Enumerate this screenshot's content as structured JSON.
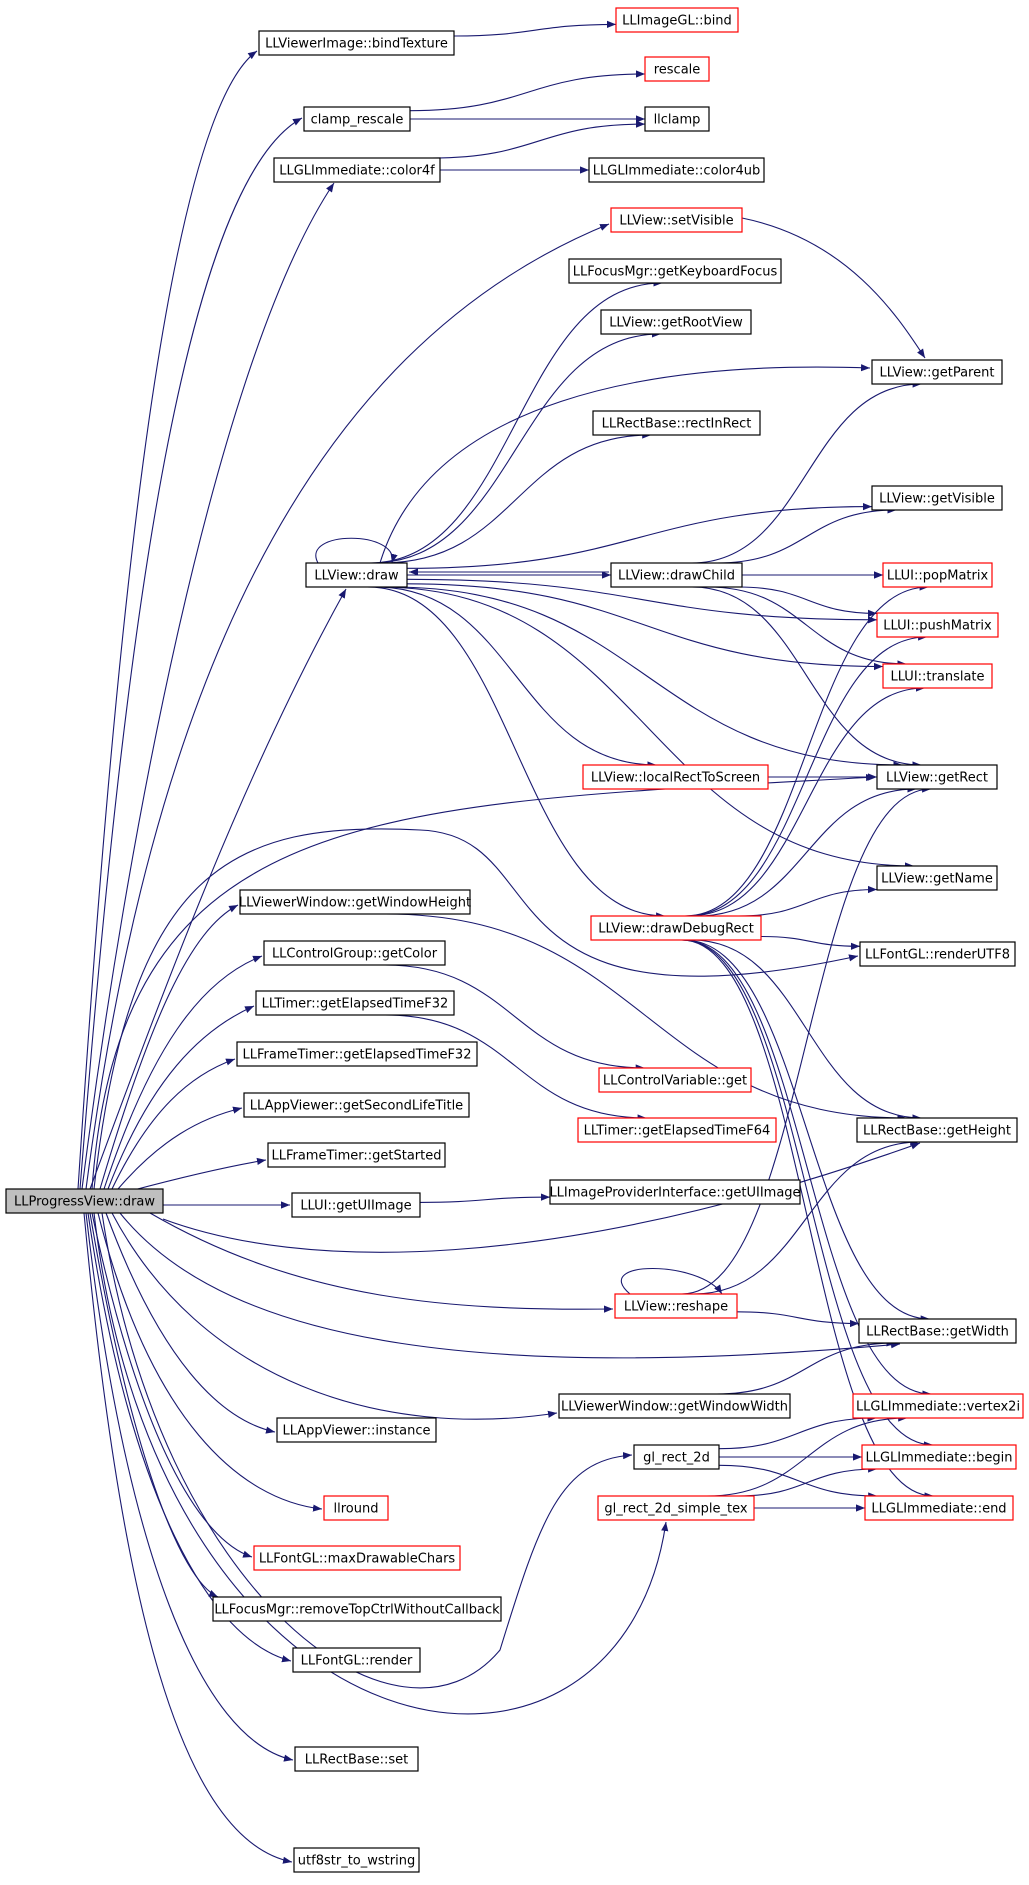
{
  "diagram": {
    "root": "n_root",
    "nodes": [
      {
        "id": "n_root",
        "label": "LLProgressView::draw",
        "style": "root"
      },
      {
        "id": "n_bindTexture",
        "label": "LLViewerImage::bindTexture",
        "style": "black"
      },
      {
        "id": "n_bind",
        "label": "LLImageGL::bind",
        "style": "red"
      },
      {
        "id": "n_clamp_rescale",
        "label": "clamp_rescale",
        "style": "black"
      },
      {
        "id": "n_rescale",
        "label": "rescale",
        "style": "red"
      },
      {
        "id": "n_llclamp",
        "label": "llclamp",
        "style": "black"
      },
      {
        "id": "n_color4f",
        "label": "LLGLImmediate::color4f",
        "style": "black"
      },
      {
        "id": "n_color4ub",
        "label": "LLGLImmediate::color4ub",
        "style": "black"
      },
      {
        "id": "n_setVisible",
        "label": "LLView::setVisible",
        "style": "red"
      },
      {
        "id": "n_getKeyboardFocus",
        "label": "LLFocusMgr::getKeyboardFocus",
        "style": "black"
      },
      {
        "id": "n_getRootView",
        "label": "LLView::getRootView",
        "style": "black"
      },
      {
        "id": "n_getParent",
        "label": "LLView::getParent",
        "style": "black"
      },
      {
        "id": "n_rectInRect",
        "label": "LLRectBase::rectInRect",
        "style": "black"
      },
      {
        "id": "n_getVisible",
        "label": "LLView::getVisible",
        "style": "black"
      },
      {
        "id": "n_viewDraw",
        "label": "LLView::draw",
        "style": "black"
      },
      {
        "id": "n_drawChild",
        "label": "LLView::drawChild",
        "style": "black"
      },
      {
        "id": "n_popMatrix",
        "label": "LLUI::popMatrix",
        "style": "red"
      },
      {
        "id": "n_pushMatrix",
        "label": "LLUI::pushMatrix",
        "style": "red"
      },
      {
        "id": "n_translate",
        "label": "LLUI::translate",
        "style": "red"
      },
      {
        "id": "n_localRectToScreen",
        "label": "LLView::localRectToScreen",
        "style": "red"
      },
      {
        "id": "n_getRect",
        "label": "LLView::getRect",
        "style": "black"
      },
      {
        "id": "n_getName",
        "label": "LLView::getName",
        "style": "black"
      },
      {
        "id": "n_getWindowHeight",
        "label": "LLViewerWindow::getWindowHeight",
        "style": "black"
      },
      {
        "id": "n_drawDebugRect",
        "label": "LLView::drawDebugRect",
        "style": "red"
      },
      {
        "id": "n_renderUTF8",
        "label": "LLFontGL::renderUTF8",
        "style": "black"
      },
      {
        "id": "n_getColor",
        "label": "LLControlGroup::getColor",
        "style": "black"
      },
      {
        "id": "n_getElapsedTimeF32",
        "label": "LLTimer::getElapsedTimeF32",
        "style": "black"
      },
      {
        "id": "n_frameGetElapsed",
        "label": "LLFrameTimer::getElapsedTimeF32",
        "style": "black"
      },
      {
        "id": "n_controlVariableGet",
        "label": "LLControlVariable::get",
        "style": "red"
      },
      {
        "id": "n_getSecondLifeTitle",
        "label": "LLAppViewer::getSecondLifeTitle",
        "style": "black"
      },
      {
        "id": "n_getElapsedTimeF64",
        "label": "LLTimer::getElapsedTimeF64",
        "style": "red"
      },
      {
        "id": "n_getHeight",
        "label": "LLRectBase::getHeight",
        "style": "black"
      },
      {
        "id": "n_getStarted",
        "label": "LLFrameTimer::getStarted",
        "style": "black"
      },
      {
        "id": "n_getUIImage",
        "label": "LLUI::getUIImage",
        "style": "black"
      },
      {
        "id": "n_providerGetUIImage",
        "label": "LLImageProviderInterface::getUIImage",
        "style": "black"
      },
      {
        "id": "n_reshape",
        "label": "LLView::reshape",
        "style": "red"
      },
      {
        "id": "n_getWidth",
        "label": "LLRectBase::getWidth",
        "style": "black"
      },
      {
        "id": "n_getWindowWidth",
        "label": "LLViewerWindow::getWindowWidth",
        "style": "black"
      },
      {
        "id": "n_vertex2i",
        "label": "LLGLImmediate::vertex2i",
        "style": "red"
      },
      {
        "id": "n_instance",
        "label": "LLAppViewer::instance",
        "style": "black"
      },
      {
        "id": "n_gl_rect_2d",
        "label": "gl_rect_2d",
        "style": "black"
      },
      {
        "id": "n_begin",
        "label": "LLGLImmediate::begin",
        "style": "red"
      },
      {
        "id": "n_llround",
        "label": "llround",
        "style": "red"
      },
      {
        "id": "n_gl_rect_2d_simple_tex",
        "label": "gl_rect_2d_simple_tex",
        "style": "red"
      },
      {
        "id": "n_end",
        "label": "LLGLImmediate::end",
        "style": "red"
      },
      {
        "id": "n_maxDrawableChars",
        "label": "LLFontGL::maxDrawableChars",
        "style": "red"
      },
      {
        "id": "n_removeTopCtrl",
        "label": "LLFocusMgr::removeTopCtrlWithoutCallback",
        "style": "black"
      },
      {
        "id": "n_render",
        "label": "LLFontGL::render",
        "style": "black"
      },
      {
        "id": "n_rectSet",
        "label": "LLRectBase::set",
        "style": "black"
      },
      {
        "id": "n_utf8str",
        "label": "utf8str_to_wstring",
        "style": "black"
      }
    ],
    "edges": [
      {
        "from": "n_root",
        "to": "n_bindTexture"
      },
      {
        "from": "n_root",
        "to": "n_clamp_rescale"
      },
      {
        "from": "n_root",
        "to": "n_color4f"
      },
      {
        "from": "n_root",
        "to": "n_setVisible"
      },
      {
        "from": "n_root",
        "to": "n_viewDraw"
      },
      {
        "from": "n_root",
        "to": "n_getRect"
      },
      {
        "from": "n_root",
        "to": "n_renderUTF8"
      },
      {
        "from": "n_root",
        "to": "n_getWindowHeight"
      },
      {
        "from": "n_root",
        "to": "n_getColor"
      },
      {
        "from": "n_root",
        "to": "n_getElapsedTimeF32"
      },
      {
        "from": "n_root",
        "to": "n_frameGetElapsed"
      },
      {
        "from": "n_root",
        "to": "n_getSecondLifeTitle"
      },
      {
        "from": "n_root",
        "to": "n_getStarted"
      },
      {
        "from": "n_root",
        "to": "n_getUIImage"
      },
      {
        "from": "n_root",
        "to": "n_getHeight"
      },
      {
        "from": "n_root",
        "to": "n_reshape"
      },
      {
        "from": "n_root",
        "to": "n_getWidth"
      },
      {
        "from": "n_root",
        "to": "n_getWindowWidth"
      },
      {
        "from": "n_root",
        "to": "n_instance"
      },
      {
        "from": "n_root",
        "to": "n_gl_rect_2d"
      },
      {
        "from": "n_root",
        "to": "n_llround"
      },
      {
        "from": "n_root",
        "to": "n_gl_rect_2d_simple_tex"
      },
      {
        "from": "n_root",
        "to": "n_maxDrawableChars"
      },
      {
        "from": "n_root",
        "to": "n_removeTopCtrl"
      },
      {
        "from": "n_root",
        "to": "n_render"
      },
      {
        "from": "n_root",
        "to": "n_rectSet"
      },
      {
        "from": "n_root",
        "to": "n_utf8str"
      },
      {
        "from": "n_bindTexture",
        "to": "n_bind"
      },
      {
        "from": "n_clamp_rescale",
        "to": "n_rescale"
      },
      {
        "from": "n_clamp_rescale",
        "to": "n_llclamp"
      },
      {
        "from": "n_color4f",
        "to": "n_llclamp"
      },
      {
        "from": "n_color4f",
        "to": "n_color4ub"
      },
      {
        "from": "n_setVisible",
        "to": "n_getParent"
      },
      {
        "from": "n_viewDraw",
        "to": "n_viewDraw"
      },
      {
        "from": "n_viewDraw",
        "to": "n_getKeyboardFocus"
      },
      {
        "from": "n_viewDraw",
        "to": "n_getRootView"
      },
      {
        "from": "n_viewDraw",
        "to": "n_getParent"
      },
      {
        "from": "n_viewDraw",
        "to": "n_rectInRect"
      },
      {
        "from": "n_viewDraw",
        "to": "n_getVisible"
      },
      {
        "from": "n_viewDraw",
        "to": "n_drawChild"
      },
      {
        "from": "n_viewDraw",
        "to": "n_popMatrix"
      },
      {
        "from": "n_viewDraw",
        "to": "n_pushMatrix"
      },
      {
        "from": "n_viewDraw",
        "to": "n_translate"
      },
      {
        "from": "n_viewDraw",
        "to": "n_localRectToScreen"
      },
      {
        "from": "n_viewDraw",
        "to": "n_getRect"
      },
      {
        "from": "n_viewDraw",
        "to": "n_getName"
      },
      {
        "from": "n_viewDraw",
        "to": "n_drawDebugRect"
      },
      {
        "from": "n_drawChild",
        "to": "n_viewDraw"
      },
      {
        "from": "n_drawChild",
        "to": "n_getParent"
      },
      {
        "from": "n_drawChild",
        "to": "n_getVisible"
      },
      {
        "from": "n_drawChild",
        "to": "n_popMatrix"
      },
      {
        "from": "n_drawChild",
        "to": "n_pushMatrix"
      },
      {
        "from": "n_drawChild",
        "to": "n_translate"
      },
      {
        "from": "n_drawChild",
        "to": "n_getRect"
      },
      {
        "from": "n_localRectToScreen",
        "to": "n_getRect"
      },
      {
        "from": "n_drawDebugRect",
        "to": "n_getName"
      },
      {
        "from": "n_drawDebugRect",
        "to": "n_renderUTF8"
      },
      {
        "from": "n_drawDebugRect",
        "to": "n_popMatrix"
      },
      {
        "from": "n_drawDebugRect",
        "to": "n_pushMatrix"
      },
      {
        "from": "n_drawDebugRect",
        "to": "n_translate"
      },
      {
        "from": "n_drawDebugRect",
        "to": "n_getRect"
      },
      {
        "from": "n_drawDebugRect",
        "to": "n_getHeight"
      },
      {
        "from": "n_drawDebugRect",
        "to": "n_getWidth"
      },
      {
        "from": "n_drawDebugRect",
        "to": "n_vertex2i"
      },
      {
        "from": "n_drawDebugRect",
        "to": "n_begin"
      },
      {
        "from": "n_drawDebugRect",
        "to": "n_end"
      },
      {
        "from": "n_getWindowHeight",
        "to": "n_getHeight"
      },
      {
        "from": "n_getColor",
        "to": "n_controlVariableGet"
      },
      {
        "from": "n_getElapsedTimeF32",
        "to": "n_getElapsedTimeF64"
      },
      {
        "from": "n_getUIImage",
        "to": "n_providerGetUIImage"
      },
      {
        "from": "n_reshape",
        "to": "n_reshape"
      },
      {
        "from": "n_reshape",
        "to": "n_getRect"
      },
      {
        "from": "n_reshape",
        "to": "n_getHeight"
      },
      {
        "from": "n_reshape",
        "to": "n_getWidth"
      },
      {
        "from": "n_getWindowWidth",
        "to": "n_getWidth"
      },
      {
        "from": "n_gl_rect_2d",
        "to": "n_vertex2i"
      },
      {
        "from": "n_gl_rect_2d",
        "to": "n_begin"
      },
      {
        "from": "n_gl_rect_2d",
        "to": "n_end"
      },
      {
        "from": "n_gl_rect_2d_simple_tex",
        "to": "n_vertex2i"
      },
      {
        "from": "n_gl_rect_2d_simple_tex",
        "to": "n_begin"
      },
      {
        "from": "n_gl_rect_2d_simple_tex",
        "to": "n_end"
      }
    ]
  },
  "colors": {
    "edge": "#191970",
    "red_border": "#ff0000",
    "root_fill": "#bfbfbf"
  }
}
